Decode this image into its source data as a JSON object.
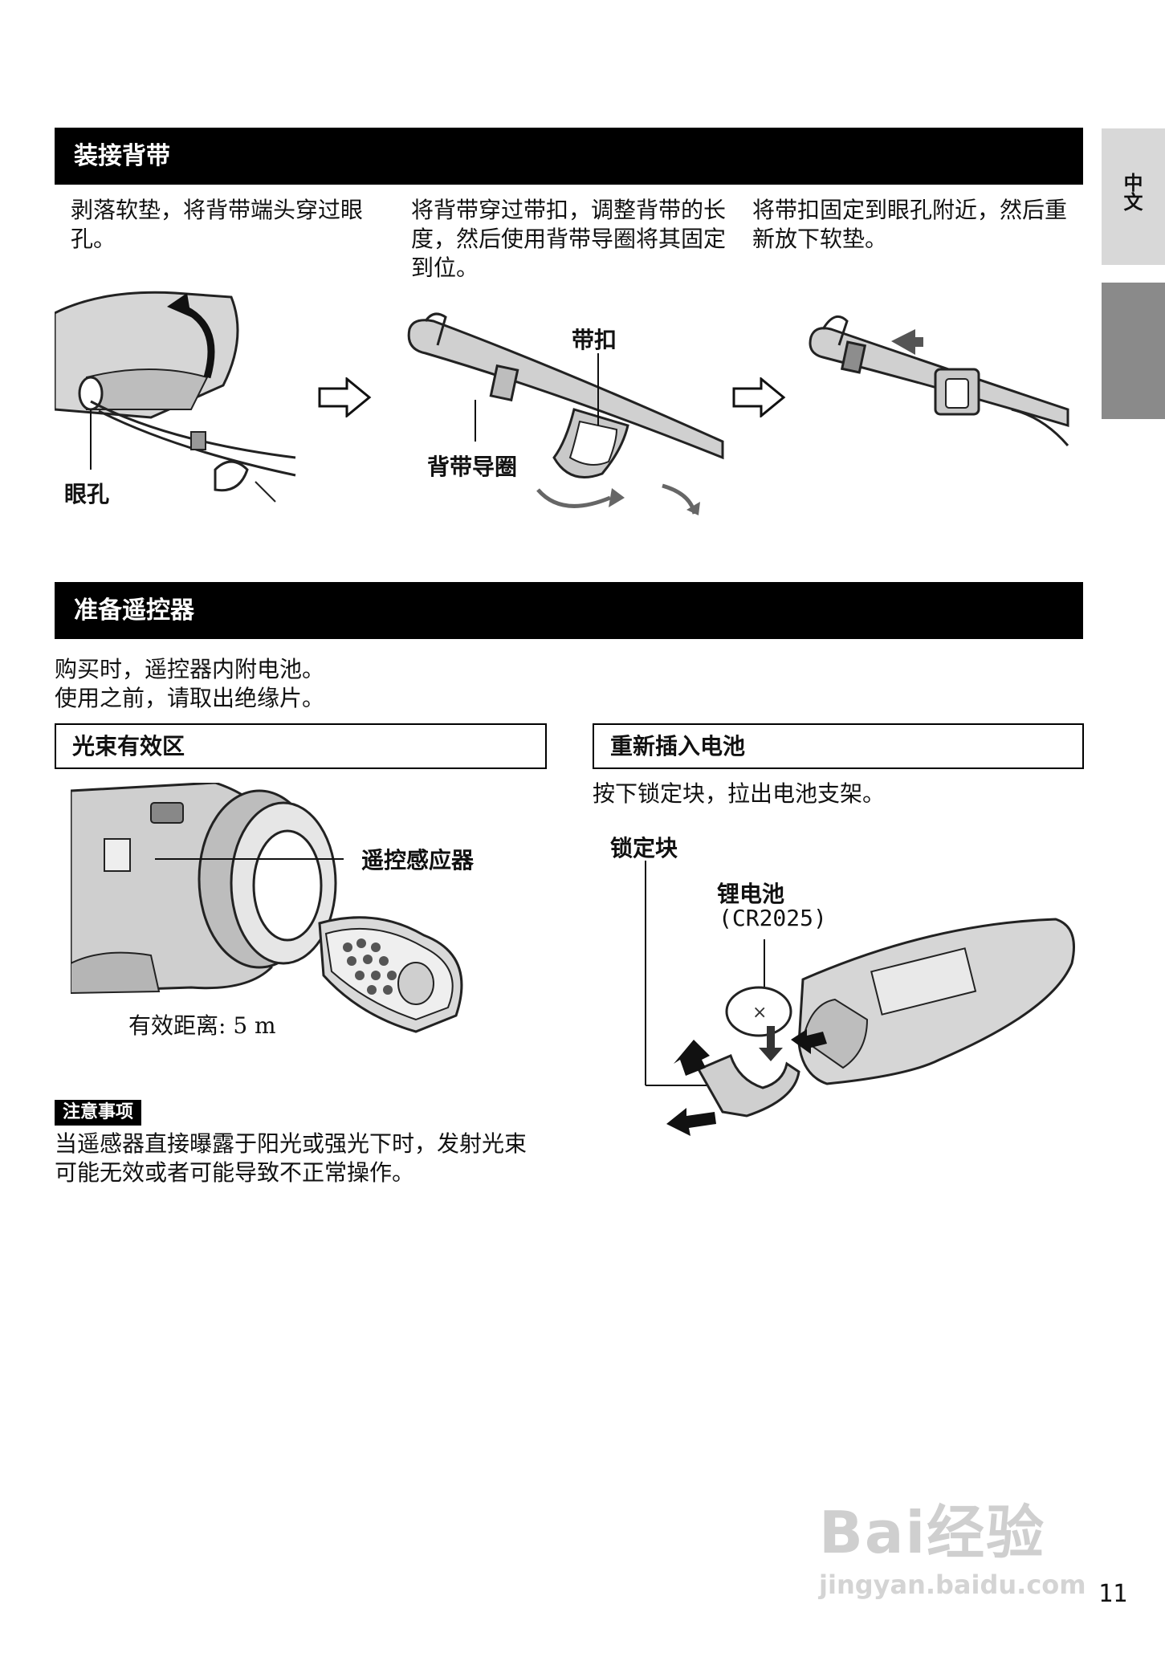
{
  "side_tab": {
    "label": "中文"
  },
  "section1": {
    "title": "装接背带",
    "steps": [
      "剥落软垫，将背带端头穿过眼孔。",
      "将背带穿过带扣，调整背带的长度，然后使用背带导圈将其固定到位。",
      "将带扣固定到眼孔附近，然后重新放下软垫。"
    ],
    "labels": {
      "eyelet": "眼孔",
      "buckle": "带扣",
      "strap_guide": "背带导圈"
    }
  },
  "section2": {
    "title": "准备遥控器",
    "intro": [
      "购买时，遥控器内附电池。",
      "使用之前，请取出绝缘片。"
    ],
    "beam": {
      "title": "光束有效区",
      "sensor_label": "遥控感应器",
      "distance": "有效距离: 5 m"
    },
    "note": {
      "badge": "注意事项",
      "text": "当遥感器直接曝露于阳光或强光下时，发射光束可能无效或者可能导致不正常操作。"
    },
    "battery": {
      "title": "重新插入电池",
      "instruction": "按下锁定块，拉出电池支架。",
      "lock_label": "锁定块",
      "battery_label": "锂电池",
      "battery_model": "(CR2025)"
    }
  },
  "page_number": "11",
  "watermark": {
    "brand": "Bai经验",
    "url": "jingyan.baidu.com"
  }
}
